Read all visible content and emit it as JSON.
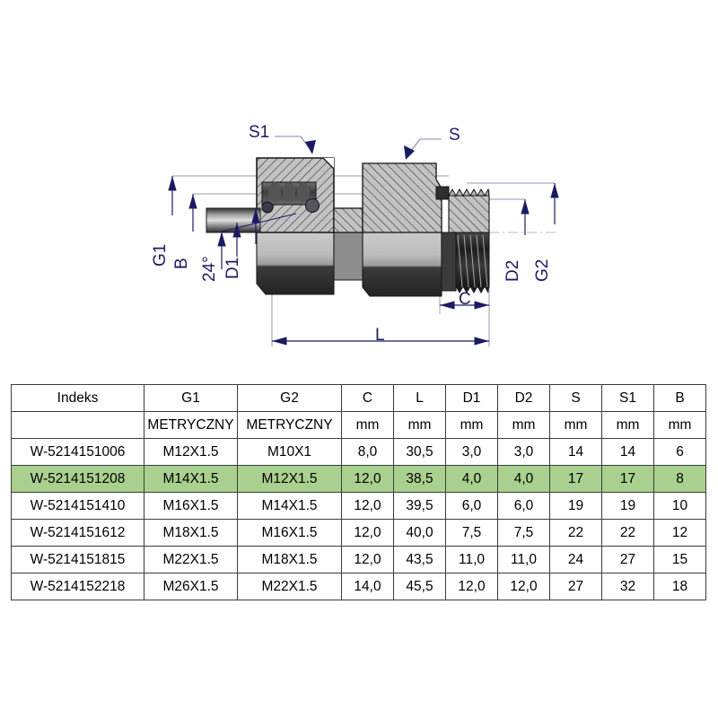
{
  "drawing": {
    "title": "hydraulic-fitting-cross-section",
    "callouts": [
      {
        "name": "s1-callout",
        "label": "S1"
      },
      {
        "name": "s-callout",
        "label": "S"
      }
    ],
    "dimensions_left": [
      {
        "name": "g1-dimension",
        "label": "G1"
      },
      {
        "name": "b-dimension",
        "label": "B"
      },
      {
        "name": "angle-dimension",
        "label": "24°"
      },
      {
        "name": "d1-dimension",
        "label": "D1"
      }
    ],
    "dimensions_right": [
      {
        "name": "d2-dimension",
        "label": "D2"
      },
      {
        "name": "g2-dimension",
        "label": "G2"
      }
    ],
    "dimensions_bottom": [
      {
        "name": "c-dimension",
        "label": "C"
      },
      {
        "name": "l-dimension",
        "label": "L"
      }
    ],
    "colors": {
      "dimension_text": "#1b1b63",
      "dimension_line": "#8a8aa8",
      "arrow": "#1b1b63",
      "metal_dark": "#2b2b2b",
      "metal_mid": "#8f8f8f",
      "metal_light": "#d5d5d5",
      "hatch_fill": "#b9b9b9"
    }
  },
  "table": {
    "name": "specification-table",
    "headers": [
      "Indeks",
      "G1",
      "G2",
      "C",
      "L",
      "D1",
      "D2",
      "S",
      "S1",
      "B"
    ],
    "units": [
      "",
      "METRYCZNY",
      "METRYCZNY",
      "mm",
      "mm",
      "mm",
      "mm",
      "mm",
      "mm",
      "mm"
    ],
    "highlight_row_index": 1,
    "highlight_color": "#a9d08e",
    "rows": [
      {
        "indeks": "W-5214151006",
        "g1": "M12X1.5",
        "g2": "M10X1",
        "c": "8,0",
        "l": "30,5",
        "d1": "3,0",
        "d2": "3,0",
        "s": "14",
        "s1": "14",
        "b": "6"
      },
      {
        "indeks": "W-5214151208",
        "g1": "M14X1.5",
        "g2": "M12X1.5",
        "c": "12,0",
        "l": "38,5",
        "d1": "4,0",
        "d2": "4,0",
        "s": "17",
        "s1": "17",
        "b": "8"
      },
      {
        "indeks": "W-5214151410",
        "g1": "M16X1.5",
        "g2": "M14X1.5",
        "c": "12,0",
        "l": "39,5",
        "d1": "6,0",
        "d2": "6,0",
        "s": "19",
        "s1": "19",
        "b": "10"
      },
      {
        "indeks": "W-5214151612",
        "g1": "M18X1.5",
        "g2": "M16X1.5",
        "c": "12,0",
        "l": "40,0",
        "d1": "7,5",
        "d2": "7,5",
        "s": "22",
        "s1": "22",
        "b": "12"
      },
      {
        "indeks": "W-5214151815",
        "g1": "M22X1.5",
        "g2": "M18X1.5",
        "c": "12,0",
        "l": "43,5",
        "d1": "11,0",
        "d2": "11,0",
        "s": "24",
        "s1": "27",
        "b": "15"
      },
      {
        "indeks": "W-5214152218",
        "g1": "M26X1.5",
        "g2": "M22X1.5",
        "c": "14,0",
        "l": "45,5",
        "d1": "12,0",
        "d2": "12,0",
        "s": "27",
        "s1": "32",
        "b": "18"
      }
    ]
  }
}
